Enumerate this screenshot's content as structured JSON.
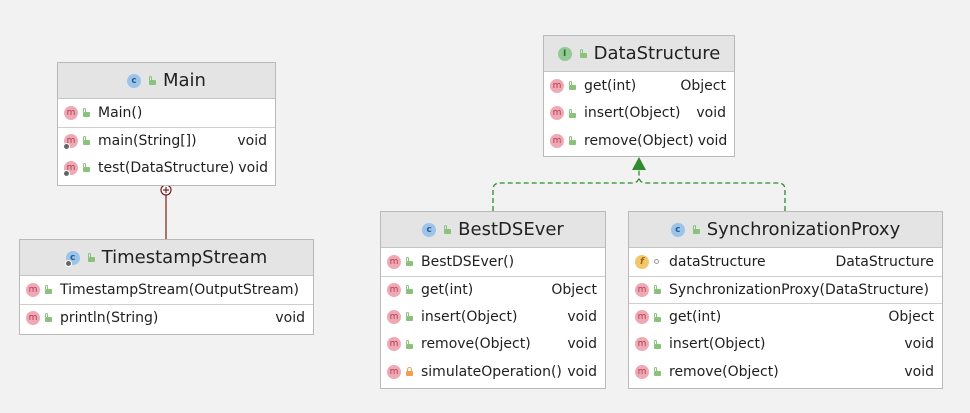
{
  "classes": {
    "main": {
      "name": "Main",
      "kind_icon": "class-icon",
      "members": [
        {
          "name": "Main()",
          "type": ""
        },
        {
          "name": "main(String[])",
          "type": "void"
        },
        {
          "name": "test(DataStructure)",
          "type": "void"
        }
      ]
    },
    "timestamp": {
      "name": "TimestampStream",
      "kind_icon": "class-icon",
      "members": [
        {
          "name": "TimestampStream(OutputStream)",
          "type": ""
        },
        {
          "name": "println(String)",
          "type": "void"
        }
      ]
    },
    "datastructure": {
      "name": "DataStructure",
      "kind_icon": "interface-icon",
      "members": [
        {
          "name": "get(int)",
          "type": "Object"
        },
        {
          "name": "insert(Object)",
          "type": "void"
        },
        {
          "name": "remove(Object)",
          "type": "void"
        }
      ]
    },
    "bestds": {
      "name": "BestDSEver",
      "kind_icon": "class-icon",
      "members": [
        {
          "name": "BestDSEver()",
          "type": ""
        },
        {
          "name": "get(int)",
          "type": "Object"
        },
        {
          "name": "insert(Object)",
          "type": "void"
        },
        {
          "name": "remove(Object)",
          "type": "void"
        },
        {
          "name": "simulateOperation()",
          "type": "void"
        }
      ]
    },
    "proxy": {
      "name": "SynchronizationProxy",
      "kind_icon": "class-icon",
      "fields": [
        {
          "name": "dataStructure",
          "type": "DataStructure"
        }
      ],
      "members": [
        {
          "name": "SynchronizationProxy(DataStructure)",
          "type": ""
        },
        {
          "name": "get(int)",
          "type": "Object"
        },
        {
          "name": "insert(Object)",
          "type": "void"
        },
        {
          "name": "remove(Object)",
          "type": "void"
        }
      ]
    }
  },
  "badges": {
    "class": "c",
    "interface": "I",
    "method": "m",
    "field": "f"
  },
  "colors": {
    "inheritance": "#2e8b2e",
    "association": "#7a1c1c"
  }
}
